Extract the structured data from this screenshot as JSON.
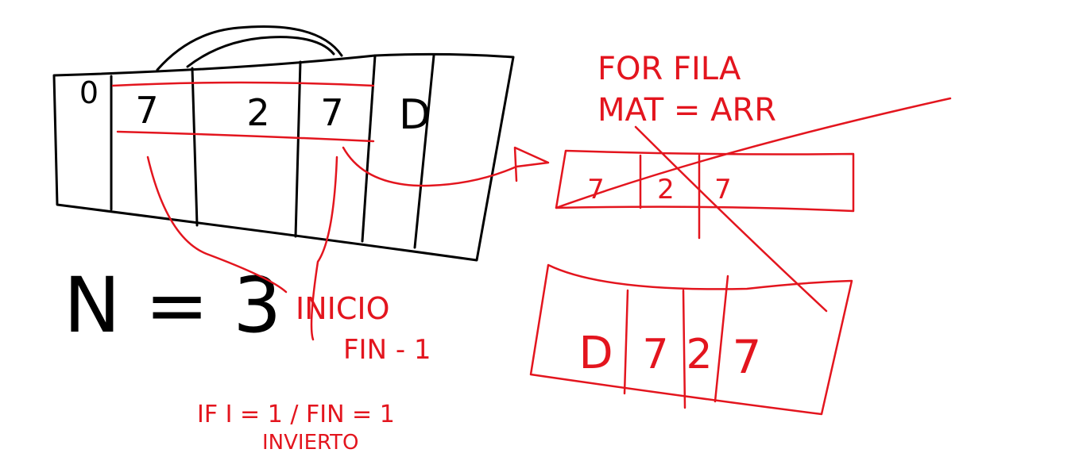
{
  "colors": {
    "ink_black": "#000000",
    "ink_red": "#e3151e",
    "background": "#ffffff"
  },
  "main_array": {
    "cells": [
      "0",
      "7",
      "2",
      "7",
      "D"
    ]
  },
  "n_label": "N = 3",
  "condition_1": {
    "line1": "INICIO",
    "line2": "FIN - 1"
  },
  "condition_2": {
    "line1": "IF I = 1 / FIN = 1",
    "line2": "INVIERTO"
  },
  "note": {
    "line1": "FOR FILA",
    "line2": "MAT = ARR"
  },
  "sub_array": {
    "cells": [
      "7",
      "2",
      "7"
    ]
  },
  "result_array": {
    "cells": [
      "D",
      "7",
      "2",
      "7"
    ]
  }
}
